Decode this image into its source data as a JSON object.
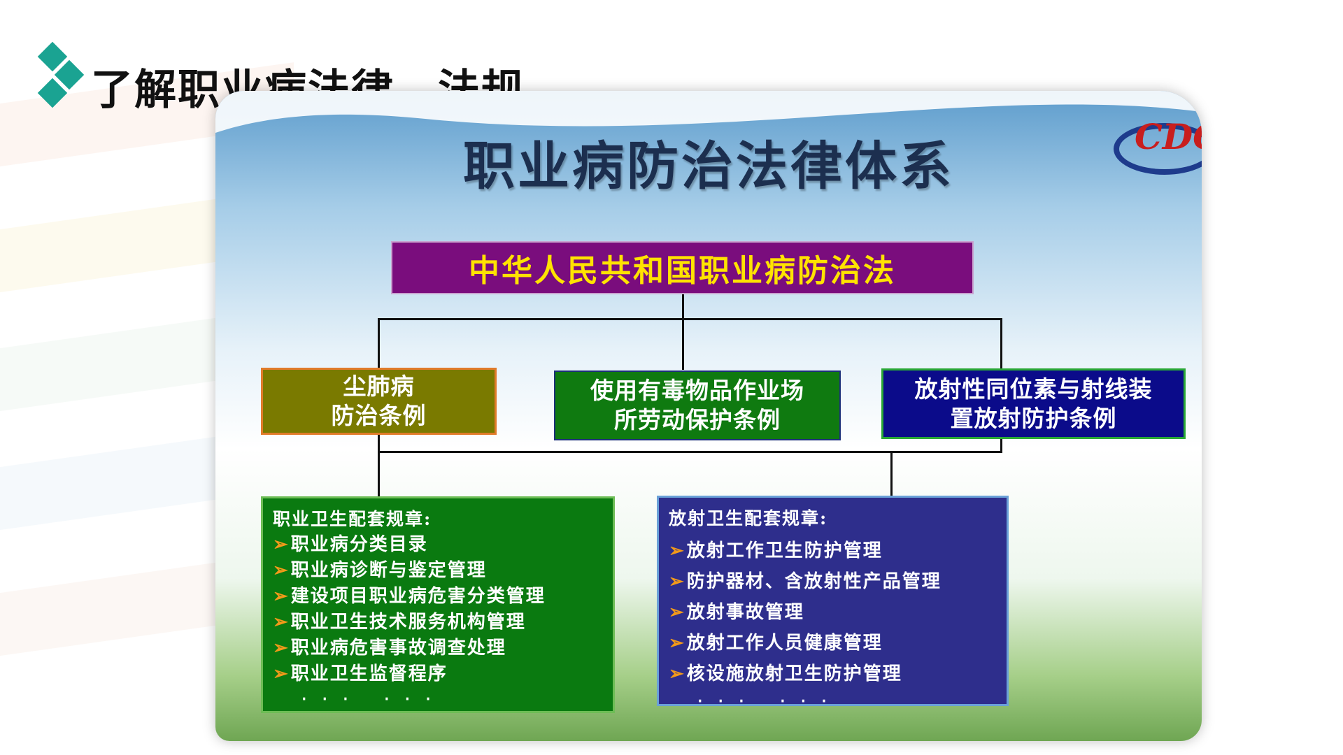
{
  "page": {
    "title": "了解职业病法律、法规"
  },
  "slide": {
    "title": "职业病防治法律体系",
    "logo_text": "CDC",
    "law": "中华人民共和国职业病防治法",
    "regulations": [
      {
        "line1": "尘肺病",
        "line2": "防治条例"
      },
      {
        "line1": "使用有毒物品作业场",
        "line2": "所劳动保护条例"
      },
      {
        "line1": "放射性同位素与射线装",
        "line2": "置放射防护条例"
      }
    ],
    "rules": [
      {
        "heading": "职业卫生配套规章:",
        "items": [
          "职业病分类目录",
          "职业病诊断与鉴定管理",
          "建设项目职业病危害分类管理",
          "职业卫生技术服务机构管理",
          "职业病危害事故调查处理",
          "职业卫生监督程序"
        ],
        "ellipsis": "··· ···"
      },
      {
        "heading": "放射卫生配套规章:",
        "items": [
          "放射工作卫生防护管理",
          "防护器材、含放射性产品管理",
          "放射事故管理",
          "放射工作人员健康管理",
          "核设施放射卫生防护管理"
        ],
        "ellipsis": "··· ···"
      }
    ]
  },
  "colors": {
    "law_box": "#7a0d7d",
    "law_text": "#ffe300",
    "reg1": "#7a7a00",
    "reg2": "#0f7a10",
    "reg3": "#0b0b8a",
    "rules1": "#0a7a10",
    "rules2": "#2e2e8c",
    "bullet_arrow": "#f29a1a",
    "title_icon": "#1aa392"
  },
  "icons": {
    "title_bullet": "diamond-cluster-icon",
    "item_bullet": "arrow-right-icon",
    "logo": "cdc-logo"
  }
}
